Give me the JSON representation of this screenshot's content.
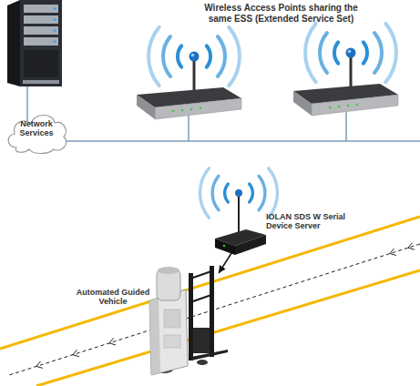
{
  "diagram": {
    "nodes": [
      {
        "text": [
          "Network Services"
        ]
      },
      {
        "text": [
          "IOLAN SDS W Serial Device Server"
        ]
      },
      {
        "text": [
          "Automated Guided Vehicle"
        ]
      }
    ],
    "edges": [
      {
        "from": 1,
        "to": 2,
        "arrow": "to"
      }
    ],
    "labels": [
      "Wireless Access Points sharing the same ESS (Extended Service Set)"
    ]
  }
}
